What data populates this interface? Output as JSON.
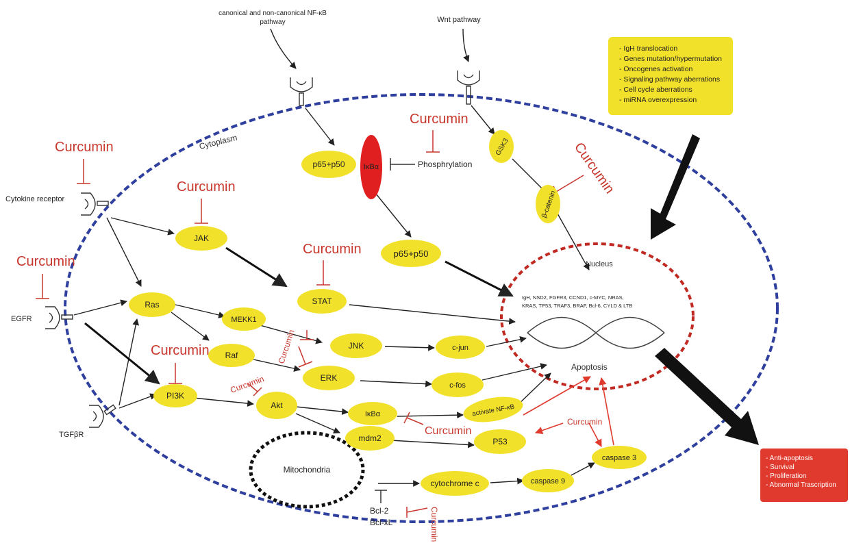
{
  "regions": {
    "cytoplasm": "Cytoplasm",
    "nucleus": "Nucleus",
    "mitochondria": "Mitochondria"
  },
  "external": {
    "nfkb_pathway": [
      "canonical and non-canonical NF-κB",
      "pathway"
    ],
    "wnt_pathway": "Wnt pathway",
    "cytokine_receptor": "Cytokine receptor",
    "egfr": "EGFR",
    "tgfbr": "TGFβR"
  },
  "nodes": {
    "p65p50_top": "p65+p50",
    "ikba_top": "IκBα",
    "phosphorylation": "Phosphrylation",
    "gsk3": "GSK3",
    "bcatenin": "β-catenin",
    "p65p50_bottom": "p65+p50",
    "jak": "JAK",
    "stat": "STAT",
    "ras": "Ras",
    "mekk1": "MEKK1",
    "jnk": "JNK",
    "cjun": "c-jun",
    "raf": "Raf",
    "erk": "ERK",
    "cfos": "c-fos",
    "pi3k": "PI3K",
    "akt": "Akt",
    "ikba_bottom": "IκBα",
    "activate_nfkb": "activate NF-κB",
    "mdm2": "mdm2",
    "p53": "P53",
    "caspase3": "caspase 3",
    "caspase9": "caspase 9",
    "cytochrome_c": "cytochrome c",
    "bcl2": "Bcl-2",
    "bclxl": "Bcl-xL",
    "apoptosis": "Apoptosis"
  },
  "nucleus_genes": [
    "IgH, NSD2, FGFR3, CCND1, c-MYC, NRAS,",
    "KRAS, TP53, TRAF3, BRAF, Bcl-6, CYLD & LTB"
  ],
  "curcumin_label": "Curcumin",
  "infobox": [
    "- IgH translocation",
    "- Genes mutation/hypermutation",
    "- Oncogenes activation",
    "- Signaling pathway aberrations",
    "- Cell cycle aberrations",
    "- miRNA overexpression"
  ],
  "outcomes": [
    "- Anti-apoptosis",
    "- Survival",
    "- Proliferation",
    "- Abnormal Trascription"
  ],
  "colors": {
    "node_fill": "#f2e12b",
    "ikba_top_fill": "#e02020",
    "cell_border": "#2f3f9e",
    "nucleus_border": "#c02a22",
    "curcumin": "#c8372d",
    "arrow": "#222222",
    "apoptosis_arrow": "#e03a2f",
    "infobox_fill": "#f2e12b",
    "outcome_fill": "#e03a2f"
  },
  "icons": [
    "receptor-icon",
    "dna-helix-icon",
    "inhibition-bar-icon",
    "arrow-icon"
  ]
}
